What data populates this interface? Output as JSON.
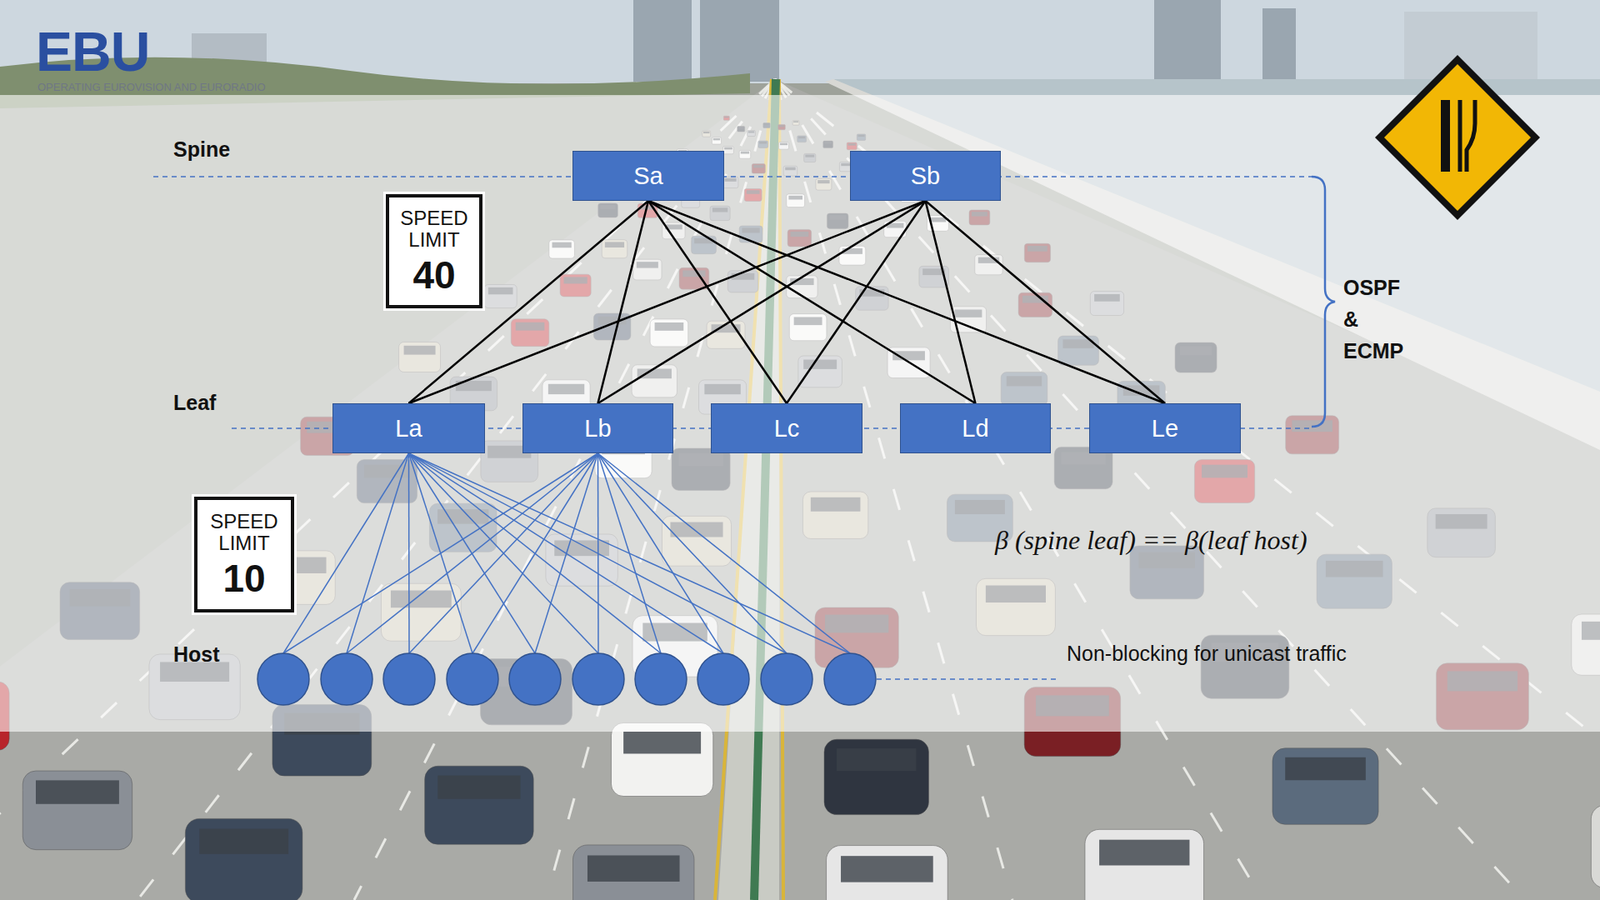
{
  "diagram": {
    "nodes": [
      {
        "text": [
          "Sa"
        ]
      },
      {
        "text": [
          "Sb"
        ]
      },
      {
        "text": [
          "SPEED LIMIT",
          "40"
        ]
      },
      {
        "text": [
          "La"
        ]
      },
      {
        "text": [
          "Lb"
        ]
      },
      {
        "text": [
          "Lc"
        ]
      },
      {
        "text": [
          "Ld"
        ]
      },
      {
        "text": [
          "Le"
        ]
      },
      {
        "text": [
          "SPEED LIMIT",
          "10"
        ]
      }
    ],
    "edges": [
      {
        "from": 0,
        "to": 3,
        "arrow": "none"
      },
      {
        "from": 0,
        "to": 4,
        "arrow": "none"
      },
      {
        "from": 0,
        "to": 5,
        "arrow": "none"
      },
      {
        "from": 0,
        "to": 6,
        "arrow": "none"
      },
      {
        "from": 0,
        "to": 7,
        "arrow": "none"
      },
      {
        "from": 1,
        "to": 3,
        "arrow": "none"
      },
      {
        "from": 1,
        "to": 4,
        "arrow": "none"
      },
      {
        "from": 1,
        "to": 5,
        "arrow": "none"
      },
      {
        "from": 1,
        "to": 6,
        "arrow": "none"
      },
      {
        "from": 1,
        "to": 7,
        "arrow": "none"
      }
    ],
    "labels": [
      "EBU",
      "OPERATING EUROVISION AND EURORADIO",
      "Spine",
      "Leaf",
      "Host",
      "OSPF & ECMP",
      "β (spine leaf) == β(leaf host)",
      "Non-blocking for unicast traffic"
    ]
  }
}
